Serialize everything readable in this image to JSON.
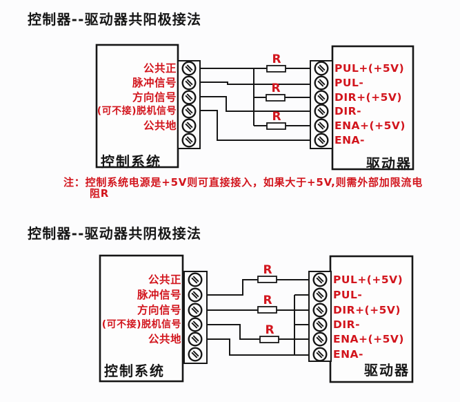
{
  "colors": {
    "ink": "#161616",
    "red": "#d2151d",
    "background": "#fcfcfd"
  },
  "diagrams": [
    {
      "id": "common-anode",
      "title": "控制器--驱动器共阳极接法",
      "controller": {
        "label": "控制系统",
        "pins": [
          "公共正",
          "脉冲信号",
          "方向信号",
          "(可不接)脱机信号",
          "公共地"
        ]
      },
      "driver": {
        "label": "驱动器",
        "pins": [
          "PUL+(+5V)",
          "PUL-",
          "DIR+(+5V)",
          "DIR-",
          "ENA+(+5V)",
          "ENA-"
        ]
      },
      "resistor_label": "R",
      "connections": [
        {
          "from": "公共正",
          "to": "PUL+(+5V)",
          "via": "R"
        },
        {
          "from": "公共正",
          "to": "DIR+(+5V)",
          "via": "R"
        },
        {
          "from": "公共正",
          "to": "ENA+(+5V)",
          "via": "R"
        },
        {
          "from": "脉冲信号",
          "to": "PUL-"
        },
        {
          "from": "方向信号",
          "to": "DIR-"
        },
        {
          "from": "脱机信号",
          "to": "ENA-"
        }
      ]
    },
    {
      "id": "common-cathode",
      "title": "控制器--驱动器共阴极接法",
      "controller": {
        "label": "控制系统",
        "pins": [
          "公共正",
          "脉冲信号",
          "方向信号",
          "(可不接)脱机信号",
          "公共地"
        ]
      },
      "driver": {
        "label": "驱动器",
        "pins": [
          "PUL+(+5V)",
          "PUL-",
          "DIR+(+5V)",
          "DIR-",
          "ENA+(+5V)",
          "ENA-"
        ]
      },
      "resistor_label": "R",
      "connections": [
        {
          "from": "脉冲信号",
          "to": "PUL+(+5V)",
          "via": "R"
        },
        {
          "from": "方向信号",
          "to": "DIR+(+5V)",
          "via": "R"
        },
        {
          "from": "脱机信号",
          "to": "ENA+(+5V)",
          "via": "R"
        },
        {
          "from": "公共地",
          "to": "PUL-"
        },
        {
          "from": "公共地",
          "to": "DIR-"
        },
        {
          "from": "公共地",
          "to": "ENA-"
        }
      ]
    }
  ],
  "note": {
    "line1": "注：控制系统电源是+5V则可直接接入，如果大于+5V,则需外部加限流电",
    "line2": "阻R"
  }
}
